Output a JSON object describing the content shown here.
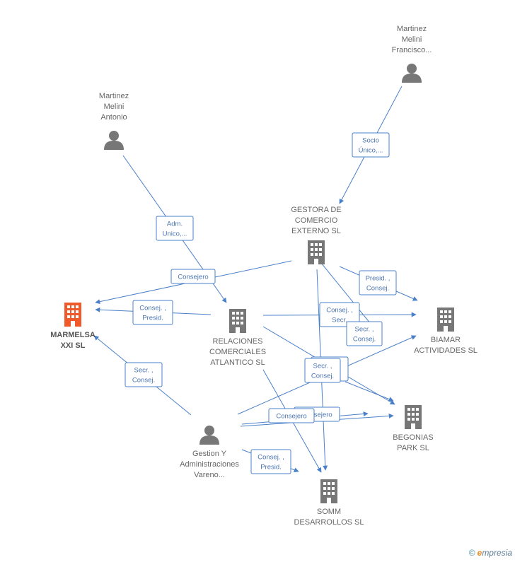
{
  "nodes": [
    {
      "id": "melini_francisco",
      "kind": "person",
      "label_lines": [
        "Martinez",
        "Melini",
        "Francisco..."
      ]
    },
    {
      "id": "melini_antonio",
      "kind": "person",
      "label_lines": [
        "Martinez",
        "Melini",
        "Antonio"
      ]
    },
    {
      "id": "gestora",
      "kind": "company",
      "label_lines": [
        "GESTORA DE",
        "COMERCIO",
        "EXTERNO SL"
      ]
    },
    {
      "id": "marmelsa",
      "kind": "company",
      "focus": true,
      "label_lines": [
        "MARMELSA",
        "XXI SL"
      ]
    },
    {
      "id": "relaciones",
      "kind": "company",
      "label_lines": [
        "RELACIONES",
        "COMERCIALES",
        "ATLANTICO SL"
      ]
    },
    {
      "id": "biamar",
      "kind": "company",
      "label_lines": [
        "BIAMAR",
        "ACTIVIDADES SL"
      ]
    },
    {
      "id": "begonias",
      "kind": "company",
      "label_lines": [
        "BEGONIAS",
        "PARK SL"
      ]
    },
    {
      "id": "gestion",
      "kind": "person",
      "label_lines": [
        "Gestion Y",
        "Administraciones",
        "Vareno..."
      ]
    },
    {
      "id": "somm",
      "kind": "company",
      "label_lines": [
        "SOMM",
        "DESARROLLOS SL"
      ]
    }
  ],
  "edges": [
    {
      "id": "e1",
      "label_lines": [
        "Socio",
        "Único,..."
      ]
    },
    {
      "id": "e2",
      "label_lines": [
        "Adm.",
        "Unico,..."
      ]
    },
    {
      "id": "e3",
      "label_lines": [
        "Consejero"
      ]
    },
    {
      "id": "e4",
      "label_lines": [
        "Presid. ,",
        "Consej."
      ]
    },
    {
      "id": "e5",
      "label_lines": [
        "Consej. ,",
        "Presid."
      ]
    },
    {
      "id": "e6",
      "label_lines": [
        "Consej. ,",
        "Secr."
      ]
    },
    {
      "id": "e7",
      "label_lines": [
        "Secr. ,",
        "Consej."
      ]
    },
    {
      "id": "e8",
      "label_lines": [
        "Secr. ,",
        "Consej."
      ]
    },
    {
      "id": "e9",
      "label_lines": [
        "Consejero"
      ]
    },
    {
      "id": "e10",
      "label_lines": [
        "Consejero"
      ]
    },
    {
      "id": "e11",
      "label_lines": [
        "Secr. ,",
        "Consej."
      ]
    },
    {
      "id": "e12",
      "label_lines": [
        "Consej. ,",
        "Presid."
      ]
    },
    {
      "id": "e13",
      "label_lines": [
        "Secr. ,",
        "Consej."
      ]
    },
    {
      "id": "e14",
      "label_lines": []
    },
    {
      "id": "e15",
      "label_lines": []
    },
    {
      "id": "e16",
      "label_lines": []
    }
  ],
  "colors": {
    "edge": "#4a80c8",
    "node": "#777777",
    "focus": "#f0592a",
    "label": "#666666"
  },
  "footer": {
    "copyright": "©",
    "brand_initial": "e",
    "brand_rest": "mpresia"
  }
}
